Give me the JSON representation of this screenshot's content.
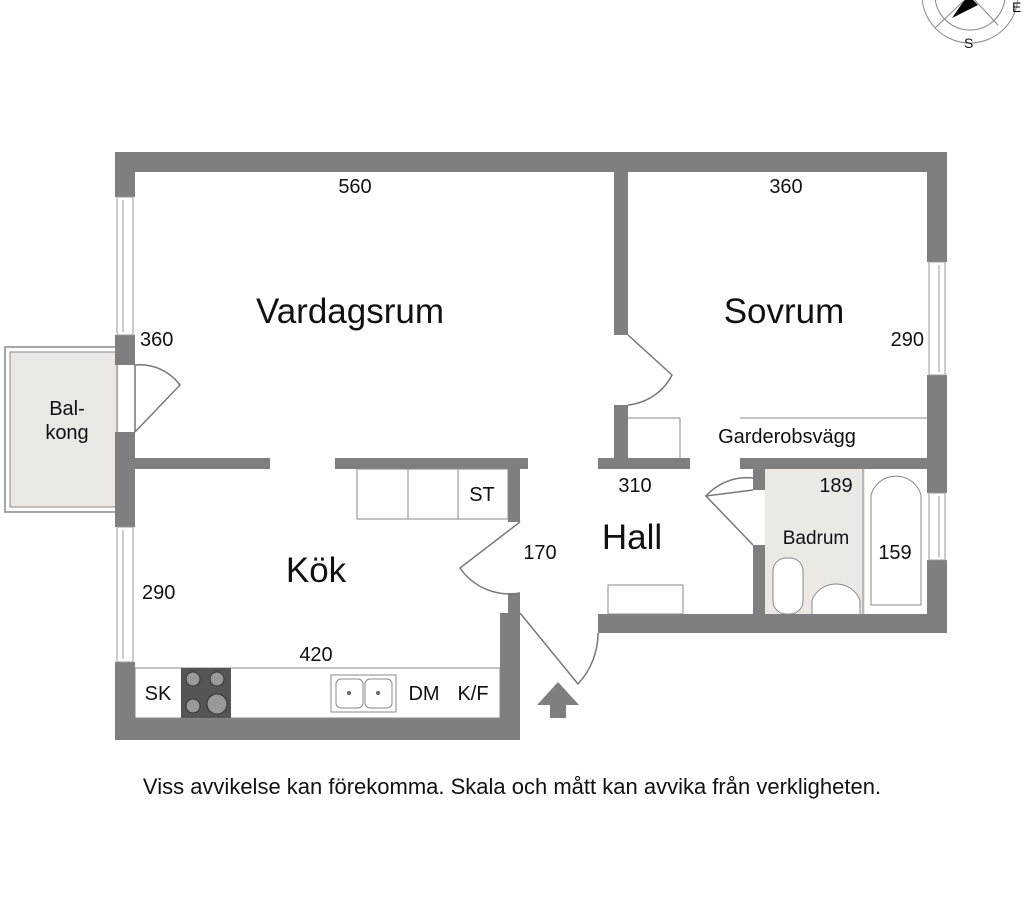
{
  "rooms": {
    "vardagsrum": {
      "name": "Vardagsrum",
      "width": "560",
      "depth": "360"
    },
    "sovrum": {
      "name": "Sovrum",
      "width": "360",
      "depth": "290"
    },
    "kok": {
      "name": "Kök",
      "width": "420",
      "depth": "290"
    },
    "hall": {
      "name": "Hall",
      "width": "310",
      "depth": "170"
    },
    "badrum": {
      "name": "Badrum",
      "width": "189",
      "depth": "159"
    },
    "balkong": {
      "name_line1": "Bal-",
      "name_line2": "kong"
    },
    "garderob": {
      "name": "Garderobsvägg"
    }
  },
  "fixtures": {
    "st": "ST",
    "sk": "SK",
    "dm": "DM",
    "kf": "K/F"
  },
  "compass": {
    "south": "S",
    "east": "E"
  },
  "disclaimer": "Viss avvikelse kan förekomma. Skala och mått kan avvika från verkligheten.",
  "colors": {
    "wall": "#7f7f7f",
    "balcony": "#ebe8e3",
    "bathroom": "#ece9e4"
  }
}
